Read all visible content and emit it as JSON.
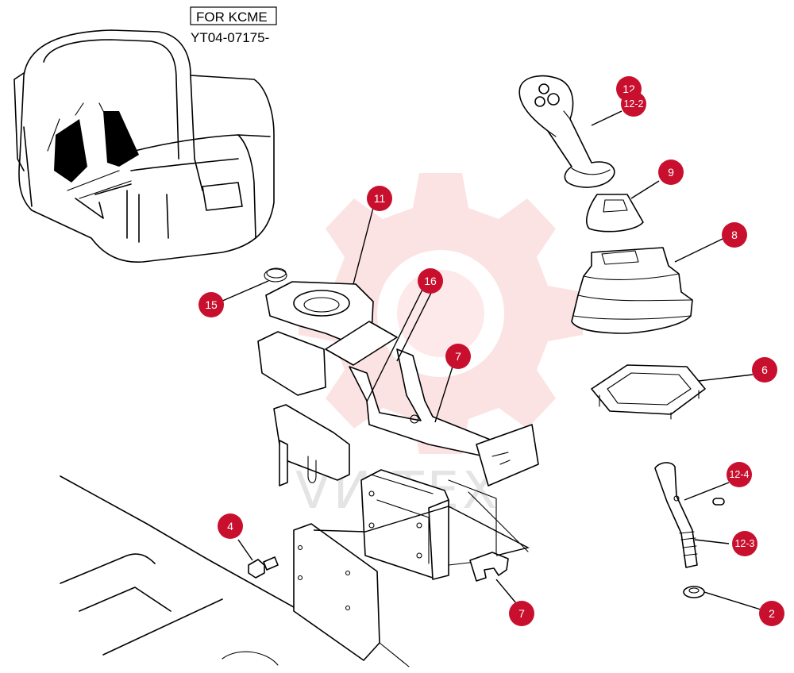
{
  "header": {
    "variant_label": "FOR KCME",
    "serial_range": "YT04-07175-"
  },
  "watermark": {
    "text": "VИITEX",
    "color": "#e8232a"
  },
  "callout_color": "#c8102e",
  "callouts": [
    {
      "id": "c-12",
      "label": "12"
    },
    {
      "id": "c-12-2",
      "label": "12-2"
    },
    {
      "id": "c-9",
      "label": "9"
    },
    {
      "id": "c-8",
      "label": "8"
    },
    {
      "id": "c-6",
      "label": "6"
    },
    {
      "id": "c-11",
      "label": "11"
    },
    {
      "id": "c-16",
      "label": "16"
    },
    {
      "id": "c-7a",
      "label": "7"
    },
    {
      "id": "c-15",
      "label": "15"
    },
    {
      "id": "c-12-4",
      "label": "12-4"
    },
    {
      "id": "c-12-3",
      "label": "12-3"
    },
    {
      "id": "c-4",
      "label": "4"
    },
    {
      "id": "c-7b",
      "label": "7"
    },
    {
      "id": "c-2",
      "label": "2"
    }
  ]
}
